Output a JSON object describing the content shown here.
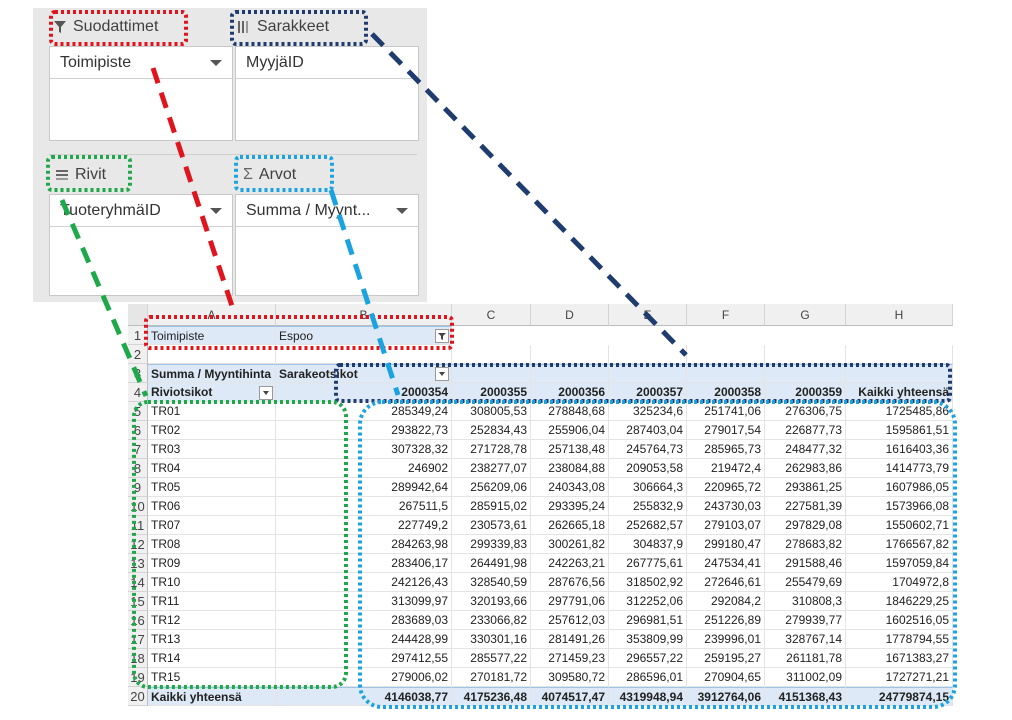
{
  "field_list": {
    "filters": {
      "label": "Suodattimet",
      "icon": "filter-icon",
      "field": "Toimipiste"
    },
    "columns": {
      "label": "Sarakkeet",
      "icon": "columns-icon",
      "field": "MyyjäID"
    },
    "rows": {
      "label": "Rivit",
      "icon": "rows-icon",
      "field": "TuoteryhmäID"
    },
    "values": {
      "label": "Arvot",
      "icon": "sigma-icon",
      "field": "Summa  / Myynt..."
    }
  },
  "sheet": {
    "column_letters": [
      "A",
      "B",
      "C",
      "D",
      "E",
      "F",
      "G",
      "H"
    ],
    "row_numbers": [
      "1",
      "2",
      "3",
      "4",
      "5",
      "6",
      "7",
      "8",
      "9",
      "10",
      "11",
      "12",
      "13",
      "14",
      "15",
      "16",
      "17",
      "18",
      "19",
      "20"
    ],
    "filter_label": "Toimipiste",
    "filter_value": "Espoo",
    "value_caption": "Summa  / Myyntihinta (€/vht)",
    "col_labels_caption": "Sarakeotsikot",
    "row_labels_caption": "Riviotsikot",
    "col_ids": [
      "2000354",
      "2000355",
      "2000356",
      "2000357",
      "2000358",
      "2000359",
      "Kaikki yhteensä"
    ],
    "rows": [
      {
        "id": "TR01",
        "values": [
          "285349,24",
          "308005,53",
          "278848,68",
          "325234,6",
          "251741,06",
          "276306,75",
          "1725485,86"
        ]
      },
      {
        "id": "TR02",
        "values": [
          "293822,73",
          "252834,43",
          "255906,04",
          "287403,04",
          "279017,54",
          "226877,73",
          "1595861,51"
        ]
      },
      {
        "id": "TR03",
        "values": [
          "307328,32",
          "271728,78",
          "257138,48",
          "245764,73",
          "285965,73",
          "248477,32",
          "1616403,36"
        ]
      },
      {
        "id": "TR04",
        "values": [
          "246902",
          "238277,07",
          "238084,88",
          "209053,58",
          "219472,4",
          "262983,86",
          "1414773,79"
        ]
      },
      {
        "id": "TR05",
        "values": [
          "289942,64",
          "256209,06",
          "240343,08",
          "306664,3",
          "220965,72",
          "293861,25",
          "1607986,05"
        ]
      },
      {
        "id": "TR06",
        "values": [
          "267511,5",
          "285915,02",
          "293395,24",
          "255832,9",
          "243730,03",
          "227581,39",
          "1573966,08"
        ]
      },
      {
        "id": "TR07",
        "values": [
          "227749,2",
          "230573,61",
          "262665,18",
          "252682,57",
          "279103,07",
          "297829,08",
          "1550602,71"
        ]
      },
      {
        "id": "TR08",
        "values": [
          "284263,98",
          "299339,83",
          "300261,82",
          "304837,9",
          "299180,47",
          "278683,82",
          "1766567,82"
        ]
      },
      {
        "id": "TR09",
        "values": [
          "283406,17",
          "264491,98",
          "242263,21",
          "267775,61",
          "247534,41",
          "291588,46",
          "1597059,84"
        ]
      },
      {
        "id": "TR10",
        "values": [
          "242126,43",
          "328540,59",
          "287676,56",
          "318502,92",
          "272646,61",
          "255479,69",
          "1704972,8"
        ]
      },
      {
        "id": "TR11",
        "values": [
          "313099,97",
          "320193,66",
          "297791,06",
          "312252,06",
          "292084,2",
          "310808,3",
          "1846229,25"
        ]
      },
      {
        "id": "TR12",
        "values": [
          "283689,03",
          "233066,82",
          "257612,03",
          "296981,51",
          "251226,89",
          "279939,77",
          "1602516,05"
        ]
      },
      {
        "id": "TR13",
        "values": [
          "244428,99",
          "330301,16",
          "281491,26",
          "353809,99",
          "239996,01",
          "328767,14",
          "1778794,55"
        ]
      },
      {
        "id": "TR14",
        "values": [
          "297412,55",
          "285577,22",
          "271459,23",
          "296557,22",
          "259195,27",
          "261181,78",
          "1671383,27"
        ]
      },
      {
        "id": "TR15",
        "values": [
          "279006,02",
          "270181,72",
          "309580,72",
          "286596,01",
          "270904,65",
          "311002,09",
          "1727271,21"
        ]
      }
    ],
    "total_label": "Kaikki yhteensä",
    "totals": [
      "4146038,77",
      "4175236,48",
      "4074517,47",
      "4319948,94",
      "3912764,06",
      "4151368,43",
      "24779874,15"
    ]
  },
  "colors": {
    "filters": "#e0141c",
    "columns": "#1f3c6e",
    "rows": "#1ea84a",
    "values": "#1aa3e0",
    "pivot_header_fill": "#dde9f6"
  }
}
